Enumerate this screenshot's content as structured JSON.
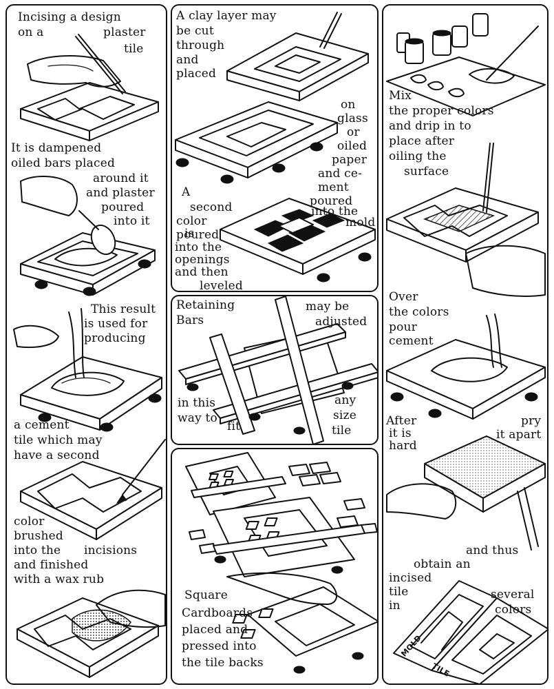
{
  "captions": {
    "c1": [
      "Incising a design",
      "on a",
      "plaster",
      "tile"
    ],
    "c2": [
      "It is dampened",
      "oiled bars placed",
      "around it",
      "and plaster",
      "poured",
      "into it"
    ],
    "c3": [
      "This result",
      "is used for",
      "producing"
    ],
    "c4": [
      "a cement",
      "tile which may",
      "have a second"
    ],
    "c5": [
      "color",
      "brushed",
      "into the",
      "incisions",
      "and finished",
      "with a wax rub"
    ],
    "c6": [
      "A clay layer may",
      "be cut",
      "through",
      "and",
      "placed"
    ],
    "c7": [
      "on",
      "glass",
      "or",
      "oiled",
      "paper",
      "and ce-",
      "ment",
      "poured",
      "into the",
      "mold"
    ],
    "c8": [
      "A",
      "second",
      "color",
      "is",
      "poured",
      "into the",
      "openings",
      "and then",
      "leveled"
    ],
    "c9": [
      "Retaining",
      "Bars",
      "may be",
      "adjusted"
    ],
    "c10": [
      "in this",
      "way to",
      "fit",
      "any",
      "size",
      "tile"
    ],
    "c11": [
      "Square",
      "Cardboards",
      "placed and",
      "pressed into",
      "the tile backs"
    ],
    "c12": [
      "Mix",
      "the proper colors",
      "and drip in to",
      "place after",
      "oiling the",
      "surface"
    ],
    "c13": [
      "Over",
      "the colors",
      "pour",
      "cement"
    ],
    "c14": [
      "After",
      "it is",
      "hard",
      "pry",
      "it apart"
    ],
    "c15": [
      "and thus",
      "obtain an",
      "incised",
      "tile",
      "in",
      "several",
      "colors"
    ],
    "mold_labels": [
      "MOLD",
      "TILE"
    ]
  }
}
